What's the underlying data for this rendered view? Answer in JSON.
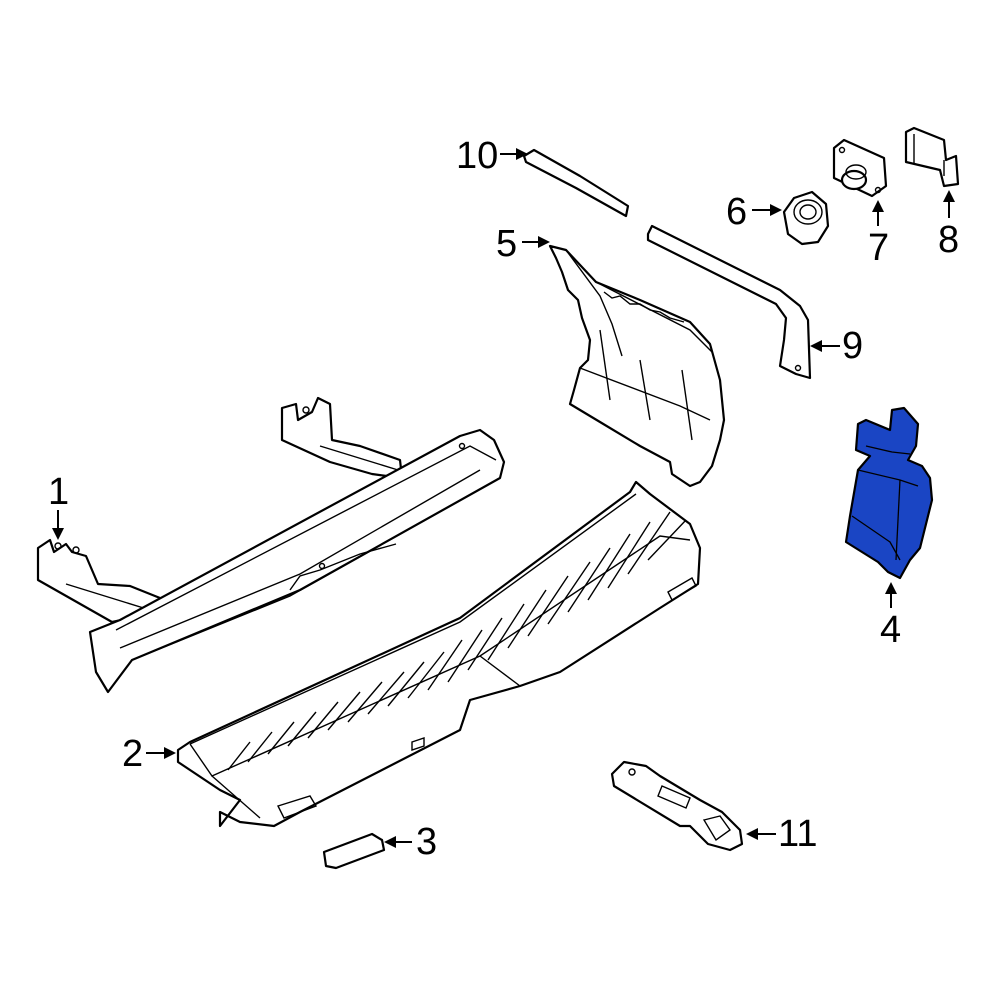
{
  "diagram": {
    "highlight_color": "#1a45c4",
    "callouts": [
      {
        "id": "1",
        "label": "1"
      },
      {
        "id": "2",
        "label": "2"
      },
      {
        "id": "3",
        "label": "3"
      },
      {
        "id": "4",
        "label": "4"
      },
      {
        "id": "5",
        "label": "5"
      },
      {
        "id": "6",
        "label": "6"
      },
      {
        "id": "7",
        "label": "7"
      },
      {
        "id": "8",
        "label": "8"
      },
      {
        "id": "9",
        "label": "9"
      },
      {
        "id": "10",
        "label": "10"
      },
      {
        "id": "11",
        "label": "11"
      }
    ],
    "highlighted_part": "4"
  }
}
